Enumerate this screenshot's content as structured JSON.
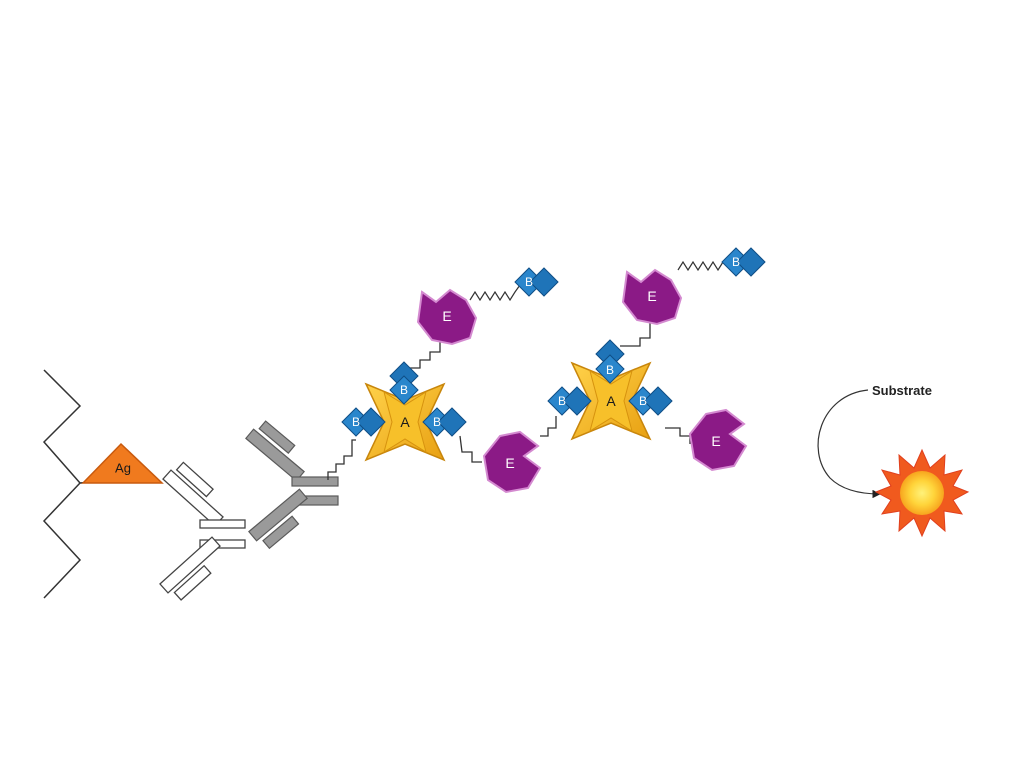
{
  "labels": {
    "antigen": "Ag",
    "avidin": "A",
    "biotin": "B",
    "enzyme": "E",
    "substrate": "Substrate"
  },
  "colors": {
    "antigen": "#f07a1e",
    "avidin": "#f5b61e",
    "biotin": "#1f74b8",
    "enzyme": "#8b1a86",
    "primary_antibody": "#ffffff",
    "secondary_antibody": "#999999",
    "signal_outer": "#f05a1e",
    "signal_inner": "#ffd43a"
  }
}
